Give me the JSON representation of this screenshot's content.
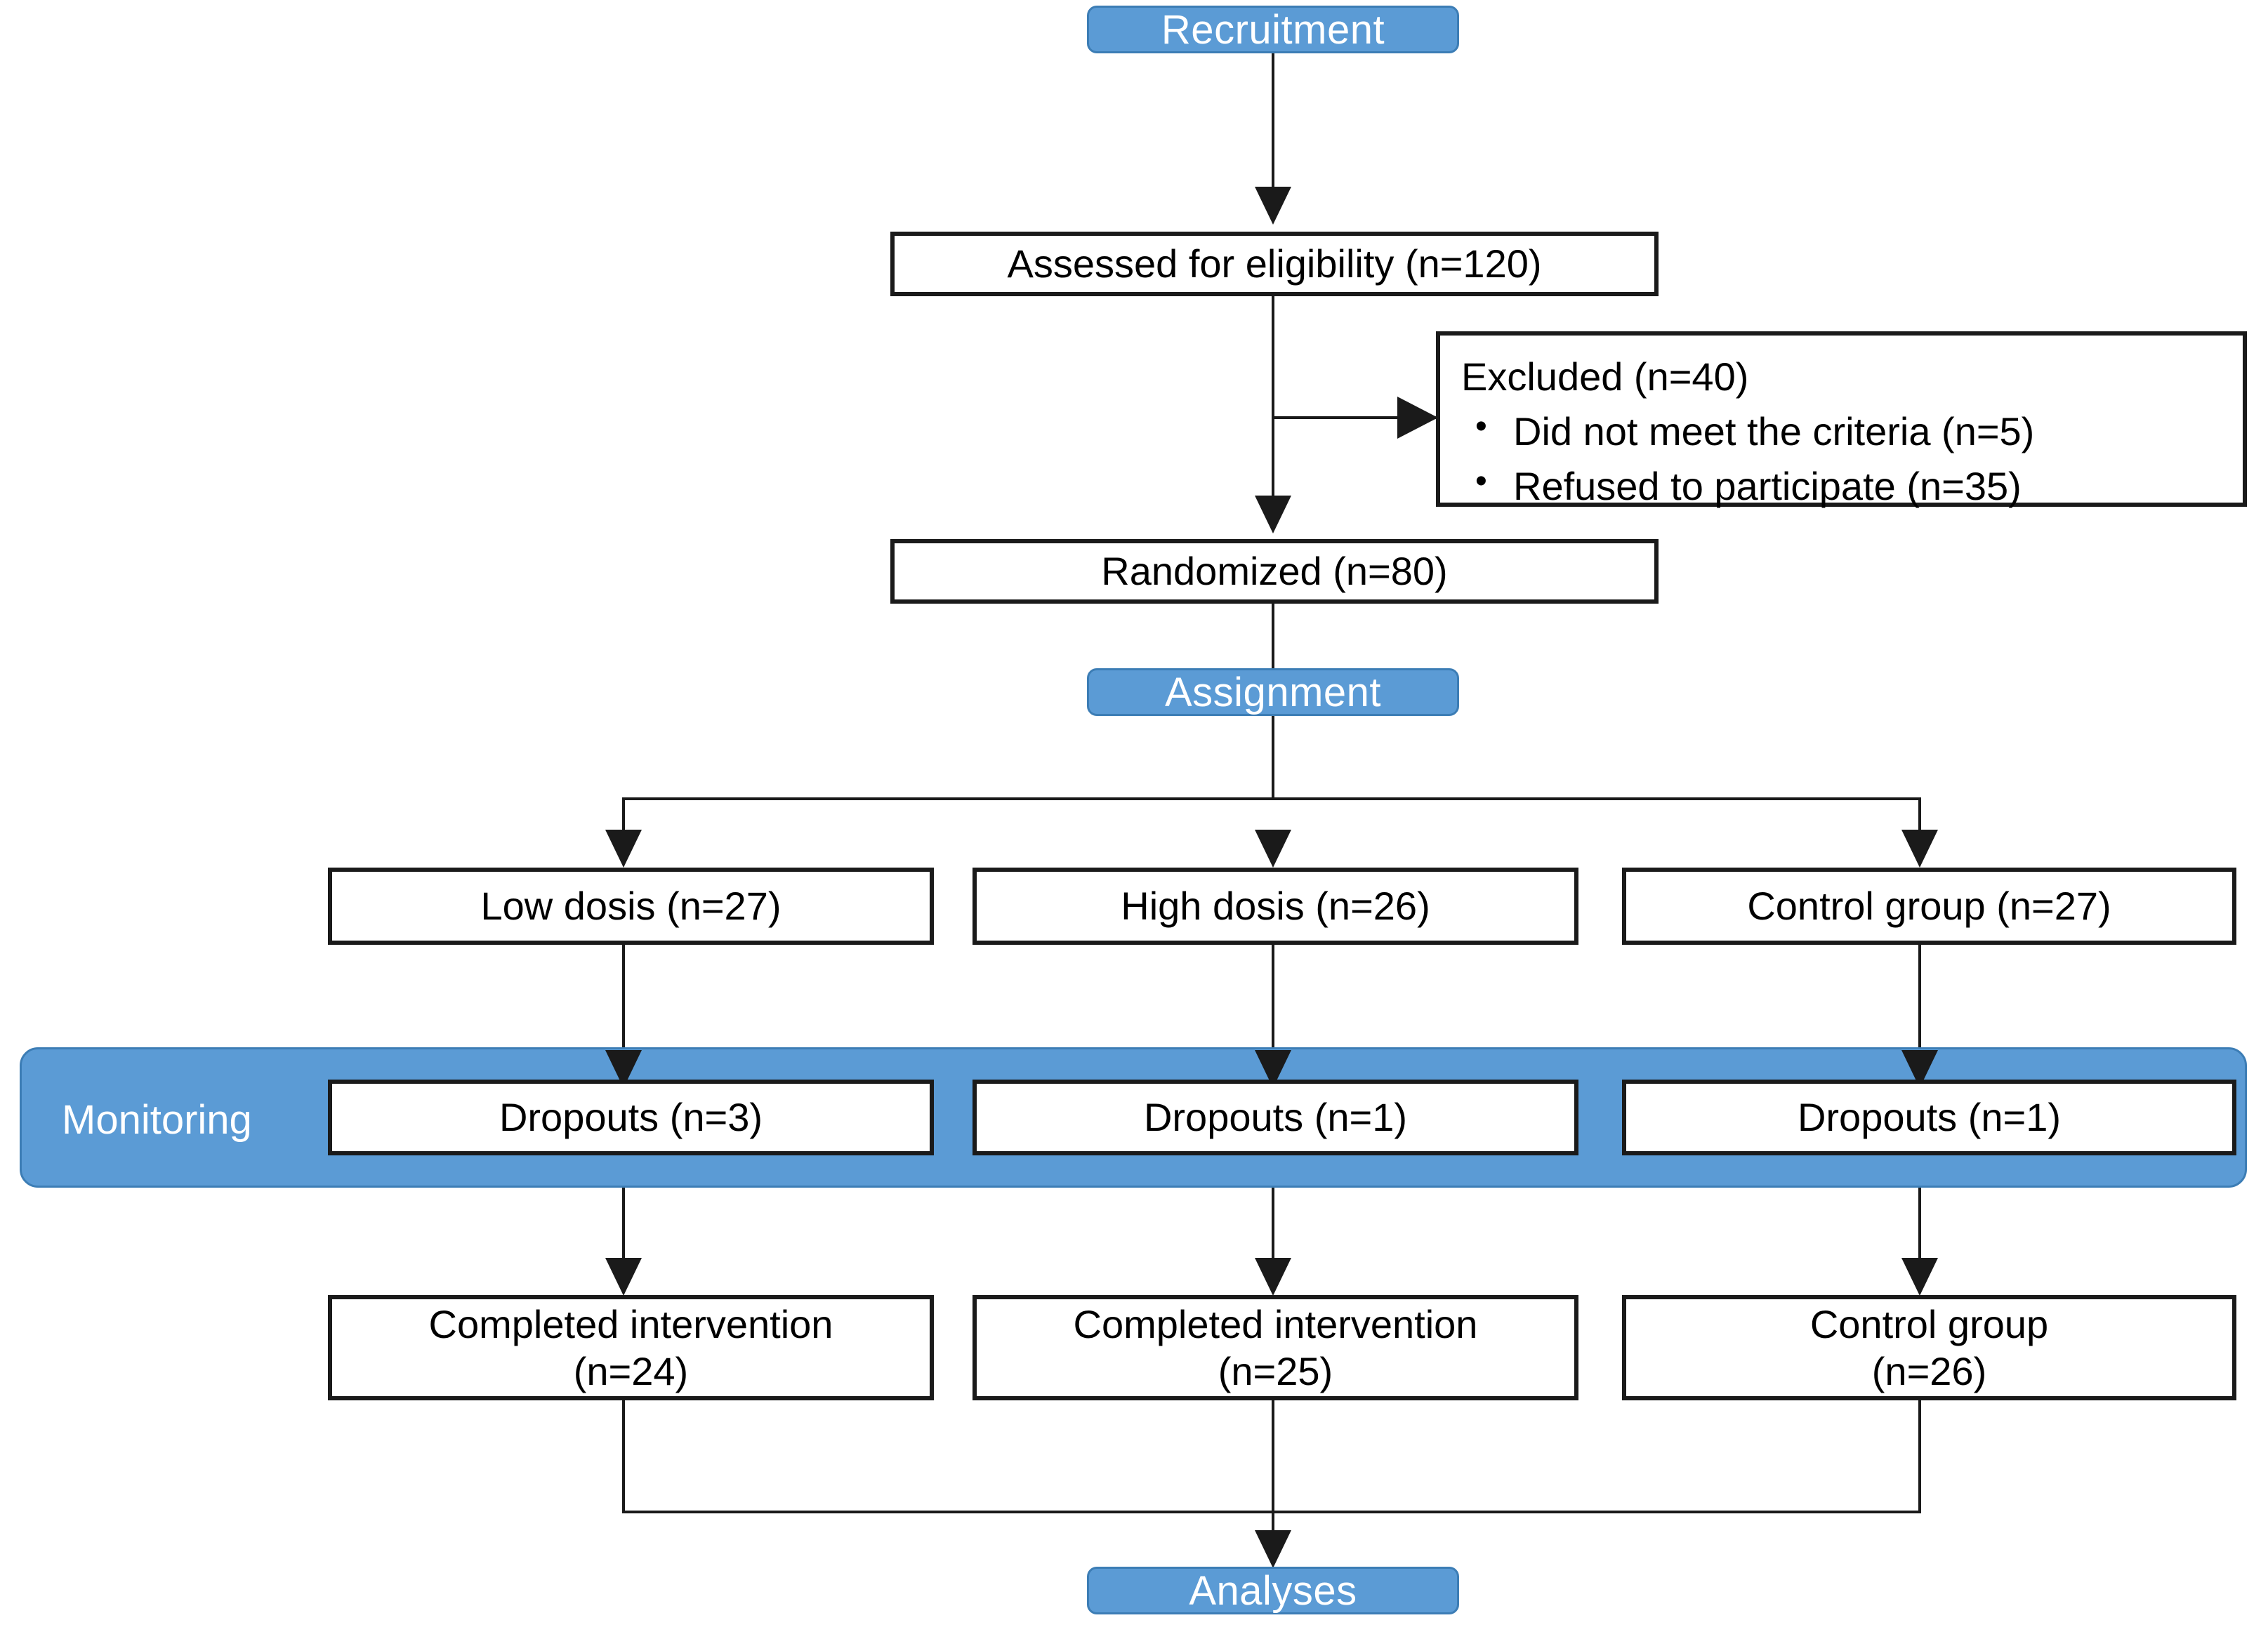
{
  "diagram": {
    "title": "CONSORT participant flow diagram",
    "colors": {
      "phase_banner_fill": "#5B9BD5",
      "phase_banner_border": "#3C7DB5",
      "phase_banner_text": "#FFFFFF",
      "node_fill": "#FFFFFF",
      "node_border": "#1A1A1A",
      "node_text": "#000000",
      "connector": "#1A1A1A",
      "background": "#FFFFFF"
    }
  },
  "phases": {
    "recruitment": "Recruitment",
    "assignment": "Assignment",
    "monitoring": "Monitoring",
    "analyses": "Analyses"
  },
  "nodes": {
    "assessed": "Assessed for eligibility (n=120)",
    "randomized": "Randomized (n=80)",
    "excluded": {
      "title": "Excluded (n=40)",
      "reasons": [
        "Did not meet the criteria (n=5)",
        "Refused to participate (n=35)"
      ]
    }
  },
  "arms": [
    {
      "allocation": "Low dosis (n=27)",
      "dropouts": "Dropouts (n=3)",
      "outcome_line1": "Completed intervention",
      "outcome_line2": "(n=24)"
    },
    {
      "allocation": "High dosis (n=26)",
      "dropouts": "Dropouts (n=1)",
      "outcome_line1": "Completed intervention",
      "outcome_line2": "(n=25)"
    },
    {
      "allocation": "Control group (n=27)",
      "dropouts": "Dropouts (n=1)",
      "outcome_line1": "Control group",
      "outcome_line2": "(n=26)"
    }
  ],
  "chart_data": {
    "type": "diagram",
    "title": "CONSORT flow diagram",
    "stages": [
      {
        "stage": "Assessed for eligibility",
        "n": 120
      },
      {
        "stage": "Excluded",
        "n": 40
      },
      {
        "stage": "Did not meet the criteria",
        "n": 5
      },
      {
        "stage": "Refused to participate",
        "n": 35
      },
      {
        "stage": "Randomized",
        "n": 80
      },
      {
        "stage": "Low dosis allocated",
        "n": 27
      },
      {
        "stage": "High dosis allocated",
        "n": 26
      },
      {
        "stage": "Control group allocated",
        "n": 27
      },
      {
        "stage": "Low dosis dropouts",
        "n": 3
      },
      {
        "stage": "High dosis dropouts",
        "n": 1
      },
      {
        "stage": "Control group dropouts",
        "n": 1
      },
      {
        "stage": "Low dosis completed intervention",
        "n": 24
      },
      {
        "stage": "High dosis completed intervention",
        "n": 25
      },
      {
        "stage": "Control group completed",
        "n": 26
      }
    ]
  }
}
